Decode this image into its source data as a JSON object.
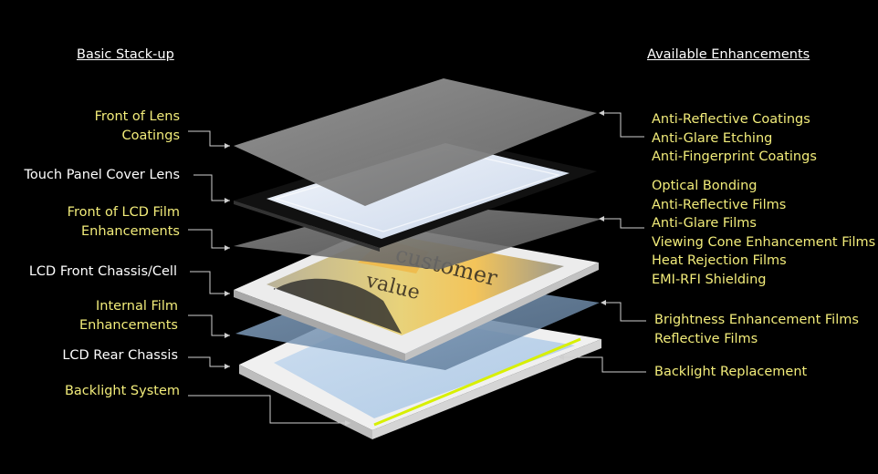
{
  "headings": {
    "left": "Basic Stack-up",
    "right": "Available Enhancements"
  },
  "left_labels": [
    {
      "lines": [
        "Front of Lens",
        "Coatings"
      ],
      "color": "#f2ec7a"
    },
    {
      "lines": [
        "Touch Panel Cover Lens"
      ],
      "color": "#ffffff"
    },
    {
      "lines": [
        "Front of LCD Film",
        "Enhancements"
      ],
      "color": "#f2ec7a"
    },
    {
      "lines": [
        "LCD Front Chassis/Cell"
      ],
      "color": "#ffffff"
    },
    {
      "lines": [
        "Internal Film",
        "Enhancements"
      ],
      "color": "#f2ec7a"
    },
    {
      "lines": [
        "LCD Rear Chassis"
      ],
      "color": "#ffffff"
    },
    {
      "lines": [
        "Backlight System"
      ],
      "color": "#f2ec7a"
    }
  ],
  "right_groups": [
    {
      "lines": [
        "Anti-Reflective Coatings",
        "Anti-Glare Etching",
        "Anti-Fingerprint Coatings"
      ]
    },
    {
      "lines": [
        "Optical Bonding",
        "Anti-Reflective Films",
        "Anti-Glare Films",
        "Viewing Cone Enhancement Films",
        "Heat Rejection Films",
        "EMI-RFI Shielding"
      ]
    },
    {
      "lines": [
        "Brightness Enhancement Films",
        "Reflective Films"
      ]
    },
    {
      "lines": [
        "Backlight Replacement"
      ]
    }
  ],
  "artwork_text": {
    "line1": "customer",
    "line2": "value"
  },
  "colors": {
    "background": "#000000",
    "label_yellow": "#f2ec7a",
    "label_white": "#ffffff",
    "led_strip": "#d8f000"
  }
}
